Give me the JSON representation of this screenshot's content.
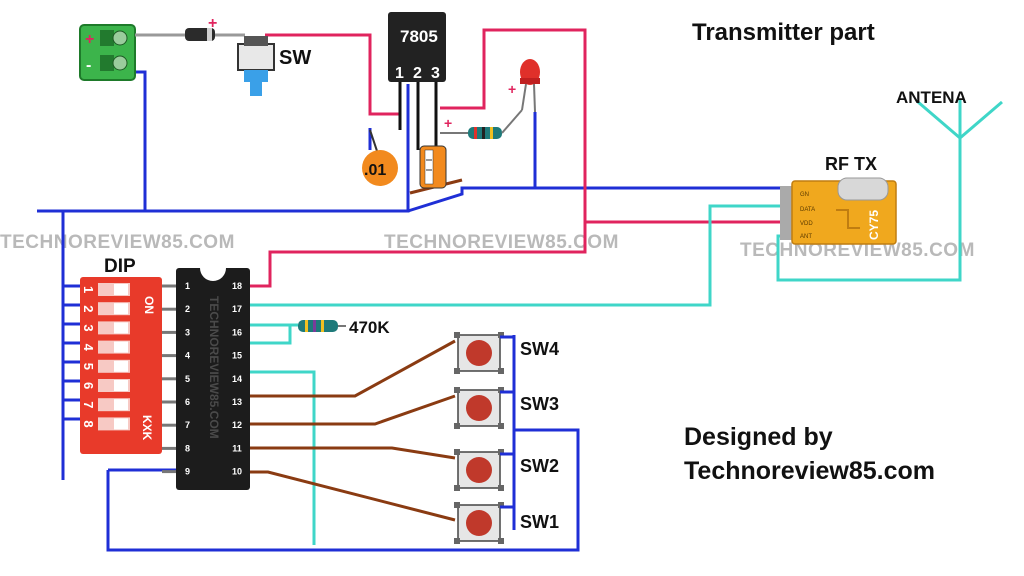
{
  "title": "Transmitter part",
  "credit_line1": "Designed by",
  "credit_line2": "Technoreview85.com",
  "watermark": "TECHNOREVIEW85.COM",
  "chip_watermark": "TECHNOREVIEW85.COM",
  "labels": {
    "sw": "SW",
    "regulator": "7805",
    "regulator_pins": [
      "1",
      "2",
      "3"
    ],
    "capacitor": ".01",
    "dip": "DIP",
    "dip_on": "ON",
    "dip_brand": "KXK",
    "dip_numbers": [
      "1",
      "2",
      "3",
      "4",
      "5",
      "6",
      "7",
      "8"
    ],
    "resistor": "470K",
    "rf_tx": "RF TX",
    "rf_module_text": "CY75",
    "rf_pins": [
      "GN",
      "DATA",
      "VDD",
      "ANT"
    ],
    "antenna": "ANTENA",
    "switches": [
      "SW4",
      "SW3",
      "SW2",
      "SW1"
    ],
    "plus": "+",
    "minus": "-"
  },
  "ic_pins_left": [
    "1",
    "2",
    "3",
    "4",
    "5",
    "6",
    "7",
    "8",
    "9"
  ],
  "ic_pins_right": [
    "18",
    "17",
    "16",
    "15",
    "14",
    "13",
    "12",
    "11",
    "10"
  ],
  "colors": {
    "blue_wire": "#1f2fd6",
    "red_wire": "#e0245e",
    "cyan_wire": "#3fd6c8",
    "brown_wire": "#8a3b12",
    "dip_red": "#e83a2a",
    "terminal_green": "#3cb44b",
    "rf_module": "#f0a81e",
    "capacitor_orange": "#f28a1e"
  }
}
